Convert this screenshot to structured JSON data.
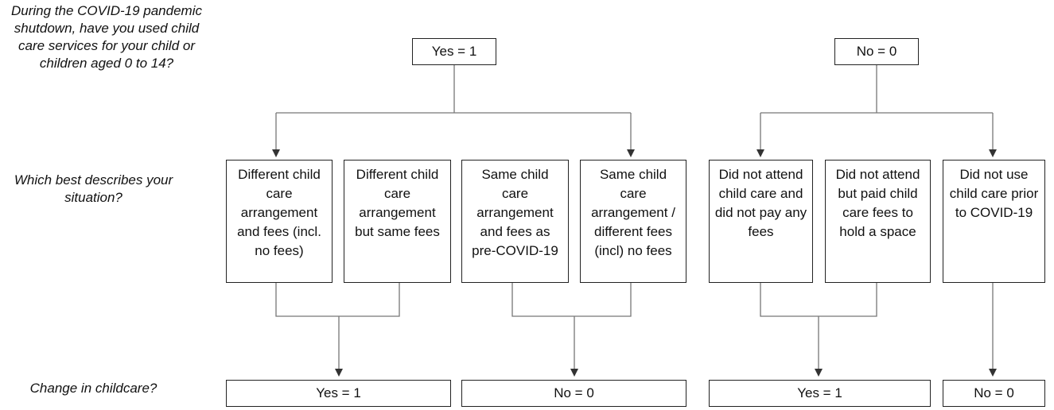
{
  "questions": {
    "q1": "During the COVID-19 pandemic shutdown, have you used child care services for your child or children aged 0 to 14?",
    "q2": "Which best describes your situation?",
    "q3": "Change in childcare?"
  },
  "top": {
    "yes": "Yes = 1",
    "no": "No = 0"
  },
  "situations": [
    "Different child care arrangement and fees (incl. no fees)",
    "Different child care arrangement but same fees",
    "Same child care arrangement and fees as pre-COVID-19",
    "Same child care arrangement / different fees (incl) no fees",
    "Did not attend child care and did not pay any fees",
    "Did not attend but paid child care fees to hold a space",
    "Did not use child care prior to COVID-19"
  ],
  "outcomes": [
    "Yes = 1",
    "No = 0",
    "Yes = 1",
    "No = 0"
  ]
}
